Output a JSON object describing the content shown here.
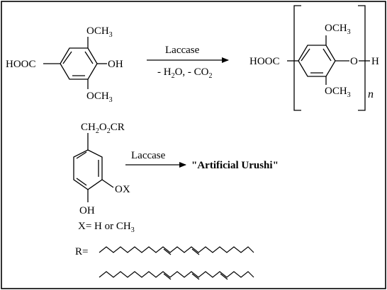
{
  "reaction1": {
    "reactant": {
      "left_group": "HOOC",
      "top_group": "OCH",
      "top_group_sub": "3",
      "right_group": "OH",
      "bottom_group": "OCH",
      "bottom_group_sub": "3"
    },
    "arrow": {
      "reagent": "Laccase",
      "conditions_a": "- H",
      "conditions_a_sub": "2",
      "conditions_b": "O, - CO",
      "conditions_b_sub": "2"
    },
    "product": {
      "left_group": "HOOC",
      "top_group": "OCH",
      "top_group_sub": "3",
      "linker_o": "O",
      "linker_h": "H",
      "bottom_group": "OCH",
      "bottom_group_sub": "3",
      "repeat_index": "n"
    }
  },
  "reaction2": {
    "reactant": {
      "top_group_a": "CH",
      "top_group_a_sub": "2",
      "top_group_b": "O",
      "top_group_b_sub": "2",
      "top_group_c": "CR",
      "right_group": "OX",
      "bottom_group": "OH"
    },
    "arrow": {
      "reagent": "Laccase"
    },
    "product": "\"Artificial Urushi\"",
    "substituent_def": "X= H or CH",
    "substituent_def_sub": "3",
    "r_label": "R="
  },
  "colors": {
    "ink": "#000000",
    "background": "#ffffff"
  }
}
